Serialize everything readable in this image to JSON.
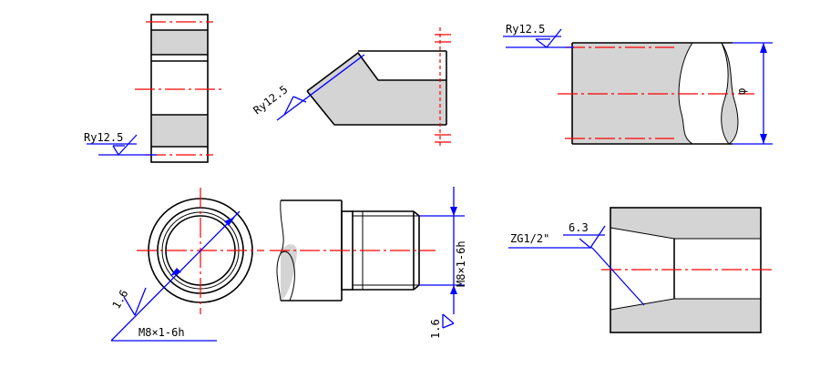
{
  "annotations": {
    "roughness_top_left": "Ry12.5",
    "roughness_chamfer": "Ry12.5",
    "roughness_top_right": "Ry12.5",
    "roughness_ring": "1.6",
    "roughness_bolt": "1.6",
    "roughness_pipe": "6.3",
    "thread_ring": "M8×1-6h",
    "thread_bolt": "M8×1-6h",
    "pipe_thread": "ZG1/2\"",
    "diameter_symbol": "φ"
  },
  "colors": {
    "outline": "#000000",
    "section_fill": "#d4d4d4",
    "centerline": "#ff0000",
    "dimension": "#0000ff"
  }
}
